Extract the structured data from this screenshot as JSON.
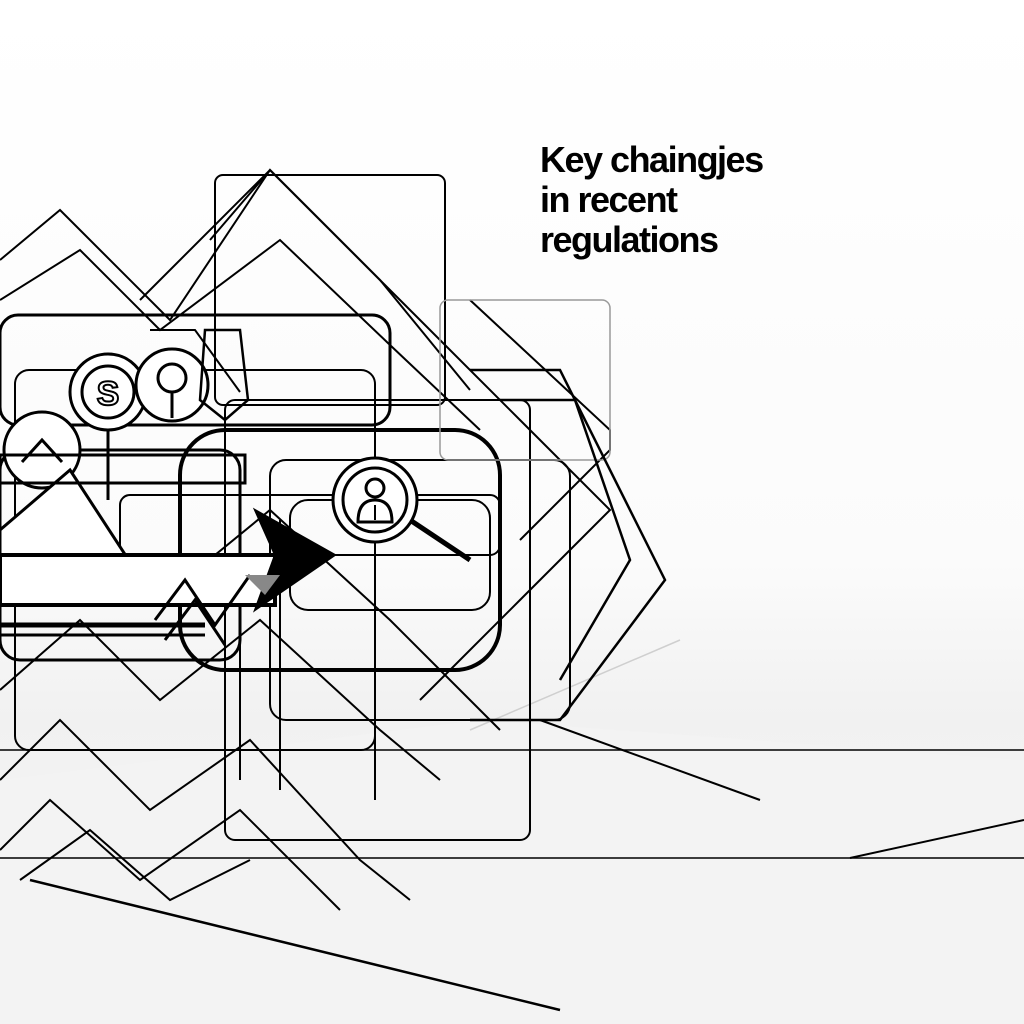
{
  "heading": {
    "line1": "Key chaingjes",
    "line2": "in recent",
    "line3": "regulations"
  },
  "icons": {
    "coin": "dollar-coin-icon",
    "pin": "map-pin-icon",
    "person": "person-badge-icon",
    "warning": "warning-triangle-icon",
    "arrow": "forward-arrow-icon",
    "chevron": "up-chevron-icon",
    "diamond": "diamond-icon"
  },
  "colors": {
    "line": "#000000",
    "background": "#ffffff",
    "floor_shade": "#eeeeee"
  }
}
